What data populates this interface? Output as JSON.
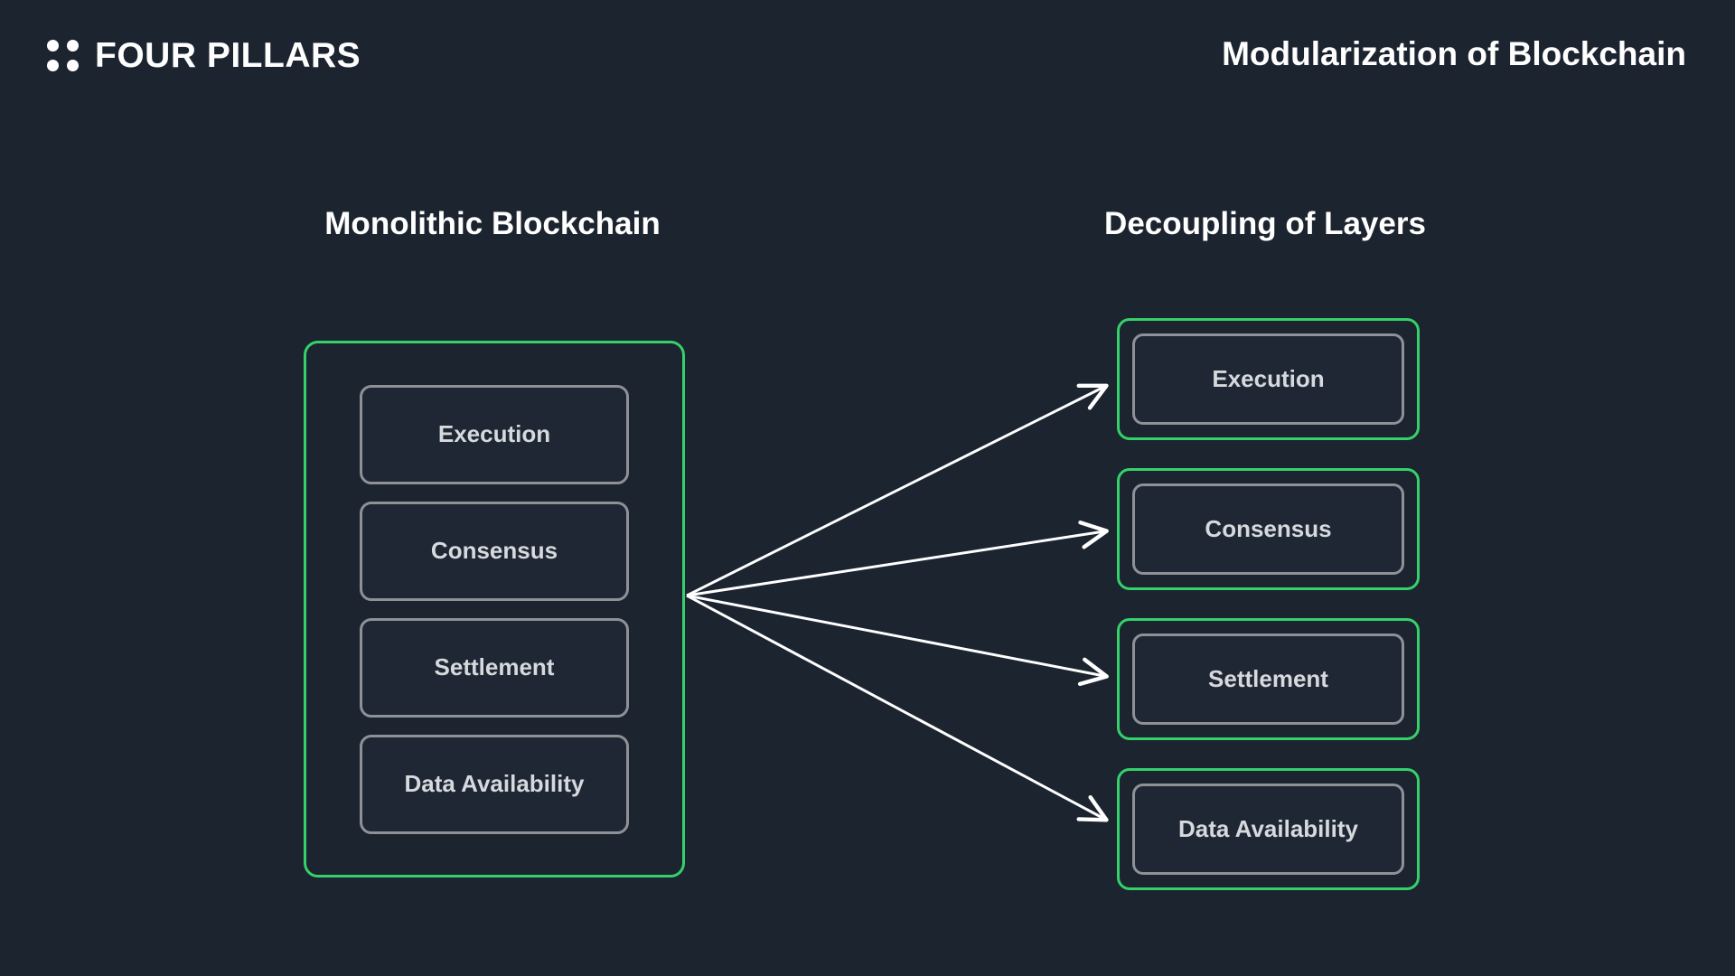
{
  "header": {
    "brand_name": "FOUR PILLARS",
    "brand_mark_icon": "four-dot-grid-icon",
    "deck_title": "Modularization of Blockchain"
  },
  "colors": {
    "background": "#1c2430",
    "accent_green": "#34d16a",
    "box_border_gray": "#8e9297",
    "text_primary": "#ffffff",
    "text_secondary": "#d6d9dd",
    "arrow": "#ffffff"
  },
  "diagram": {
    "left": {
      "heading": "Monolithic Blockchain",
      "layers": [
        {
          "label": "Execution"
        },
        {
          "label": "Consensus"
        },
        {
          "label": "Settlement"
        },
        {
          "label": "Data Availability"
        }
      ]
    },
    "right": {
      "heading": "Decoupling of Layers",
      "layers": [
        {
          "label": "Execution"
        },
        {
          "label": "Consensus"
        },
        {
          "label": "Settlement"
        },
        {
          "label": "Data Availability"
        }
      ]
    },
    "connectors": {
      "count": 4,
      "style": "arrow",
      "origin": "right edge of monolithic container",
      "targets": "each decoupled layer"
    }
  }
}
